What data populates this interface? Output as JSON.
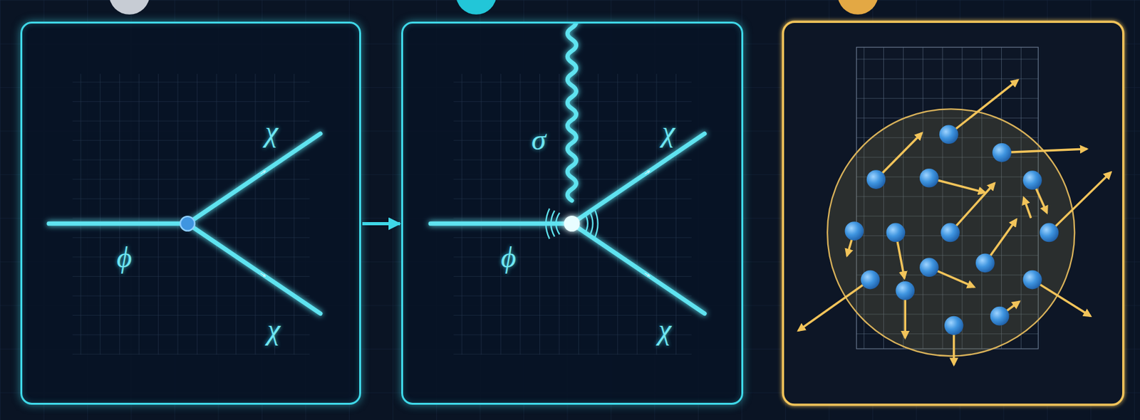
{
  "diagram": {
    "nodes": [
      {
        "text": [
          "ϕ",
          "χ",
          "χ"
        ]
      },
      {
        "text": [
          "σ",
          "ϕ",
          "χ",
          "χ"
        ]
      }
    ],
    "edges": [
      {
        "from": 0,
        "to": 1,
        "arrow": "to"
      }
    ]
  }
}
